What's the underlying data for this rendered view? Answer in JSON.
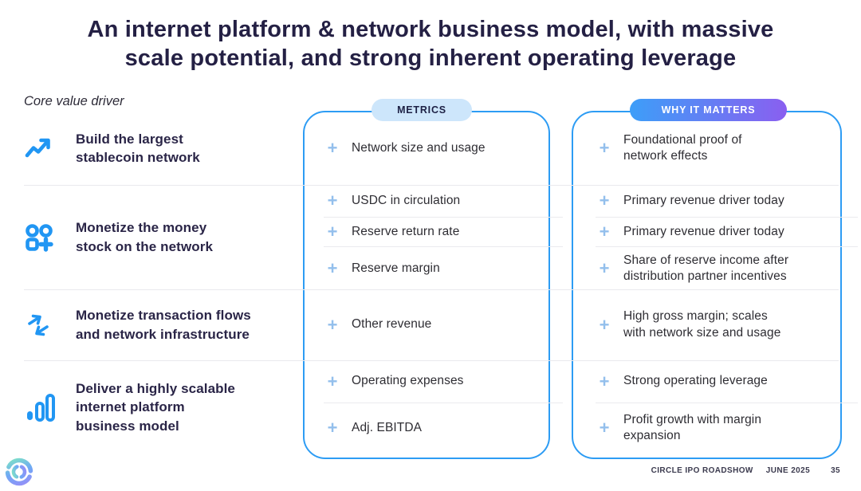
{
  "slide": {
    "title_line1": "An internet platform & network business model, with massive",
    "title_line2": "scale potential, and strong inherent operating leverage",
    "core_value_driver_label": "Core value driver",
    "columns": {
      "metrics_header": "METRICS",
      "why_header": "WHY IT MATTERS"
    },
    "icons": {
      "plus": "+"
    },
    "rows": [
      {
        "icon": "trend-up-icon",
        "driver": "Build the largest\nstablecoin network",
        "metrics": [
          "Network size and usage"
        ],
        "why": [
          "Foundational proof of\nnetwork effects"
        ]
      },
      {
        "icon": "grid-plus-icon",
        "driver": "Monetize the money\nstock on the network",
        "metrics": [
          "USDC in circulation",
          "Reserve return rate",
          "Reserve margin"
        ],
        "why": [
          "Primary revenue driver today",
          "Primary revenue driver today",
          "Share of reserve income after\ndistribution partner incentives"
        ]
      },
      {
        "icon": "exchange-arrows-icon",
        "driver": "Monetize transaction flows\nand network infrastructure",
        "metrics": [
          "Other revenue"
        ],
        "why": [
          "High gross margin; scales\nwith network size and usage"
        ]
      },
      {
        "icon": "bar-chart-icon",
        "driver": "Deliver a highly scalable\ninternet platform\nbusiness model",
        "metrics": [
          "Operating expenses",
          "Adj. EBITDA"
        ],
        "why": [
          "Strong operating leverage",
          "Profit growth with margin\nexpansion"
        ]
      }
    ],
    "footer": {
      "left": "CIRCLE IPO ROADSHOW",
      "date": "JUNE 2025",
      "page": "35"
    },
    "colors": {
      "accent_blue": "#2D9CF4",
      "icon_blue": "#2196F3",
      "plus_blue": "#93BFEC",
      "pill_light_bg": "#CDE6FB",
      "pill_gradient_start": "#3D9EF8",
      "pill_gradient_end": "#8A5FF0",
      "title_text": "#242044"
    }
  }
}
